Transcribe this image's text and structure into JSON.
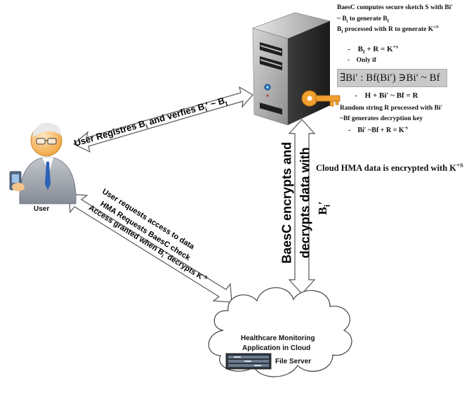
{
  "server_notes": {
    "line1": "BaesC computes secure sketch S with B",
    "line1_prime": "i′",
    "line2a": "~ B",
    "line2_sub": "i",
    "line2b": " to generate B",
    "line2_sub2": "f",
    "line3a": "B",
    "line3_sub": "f",
    "line3b": " processed with R to generate K",
    "line3_sup": "+S",
    "bullet1": "B",
    "bullet1_sub": "f",
    "bullet1_rest": " + R = K",
    "bullet1_sup": "+s",
    "bullet2": "Only if",
    "formula": "∃Bi′ : Bf(Bi′) ∋Bi′ ~ Bf",
    "bullet3": "H + Bi′ ~ Bf = R",
    "line4a": "Random string R processed with B",
    "line4_prime": "i′",
    "line5": "~Bf generates decryption key",
    "bullet4": "Bi′ ~Bf + R = K",
    "bullet4_sup": "-s"
  },
  "labels": {
    "user": "User",
    "cloud_line1": "Healthcare Monitoring",
    "cloud_line2": "Application in Cloud",
    "file_server": "File Server",
    "cloud_encrypted": "Cloud HMA data is encrypted with K",
    "cloud_encrypted_sup": "+S"
  },
  "arrows": {
    "register": "User Registres B",
    "register_sub": "i",
    "register_rest": " and verfies B",
    "register_sub2": "i",
    "register_rest2": "′ ~ B",
    "register_sub3": "t",
    "access1": "User requests access to data",
    "access2": "HMA Requests BaesC check",
    "access3a": "Access granted when B",
    "access3_sub": "i",
    "access3b": "′ decrypts K",
    "access3_sup": "-s",
    "vertical1": "BaesC encrypts and",
    "vertical2": "decrypts data with",
    "vertical3": "B",
    "vertical3_sub": "i",
    "vertical3_rest": "′"
  },
  "colors": {
    "arrow_fill": "#ffffff",
    "arrow_stroke": "#555555",
    "key": "#f0a030",
    "server_body": "#3a3a3a",
    "server_front": "#b8b8b8",
    "led": "#2a7fd0",
    "formula_bg": "#c9c9c9"
  },
  "icons": [
    "server-icon",
    "key-icon",
    "user-avatar-icon",
    "cloud-icon",
    "file-server-rack-icon"
  ]
}
